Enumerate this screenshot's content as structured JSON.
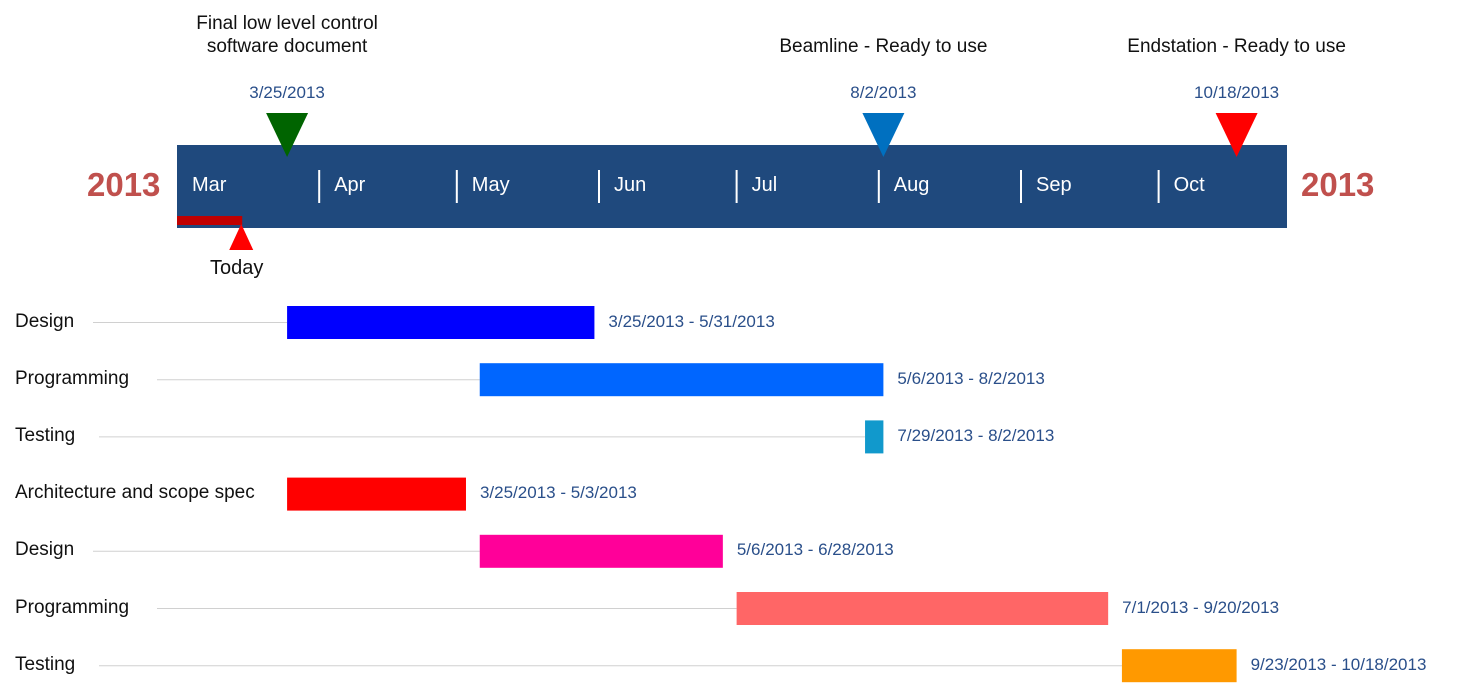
{
  "chart_data": {
    "type": "gantt",
    "year_left": "2013",
    "year_right": "2013",
    "months": [
      {
        "label": "Mar",
        "start": "2013-03-01"
      },
      {
        "label": "Apr",
        "start": "2013-04-01"
      },
      {
        "label": "May",
        "start": "2013-05-01"
      },
      {
        "label": "Jun",
        "start": "2013-06-01"
      },
      {
        "label": "Jul",
        "start": "2013-07-01"
      },
      {
        "label": "Aug",
        "start": "2013-08-01"
      },
      {
        "label": "Sep",
        "start": "2013-09-01"
      },
      {
        "label": "Oct",
        "start": "2013-10-01"
      }
    ],
    "today": {
      "label": "Today",
      "date": "2013-03-15"
    },
    "milestones": [
      {
        "title": "Final low level control software document",
        "date_label": "3/25/2013",
        "date": "2013-03-25",
        "color": "#006400"
      },
      {
        "title": "Beamline - Ready to use",
        "date_label": "8/2/2013",
        "date": "2013-08-02",
        "color": "#0070c0"
      },
      {
        "title": "Endstation - Ready to use",
        "date_label": "10/18/2013",
        "date": "2013-10-18",
        "color": "#ff0000"
      }
    ],
    "tasks": [
      {
        "label": "Design",
        "range_label": "3/25/2013 - 5/31/2013",
        "start": "2013-03-25",
        "end": "2013-05-31",
        "color": "#0000ff"
      },
      {
        "label": "Programming",
        "range_label": "5/6/2013 - 8/2/2013",
        "start": "2013-05-06",
        "end": "2013-08-02",
        "color": "#0066ff"
      },
      {
        "label": "Testing",
        "range_label": "7/29/2013 - 8/2/2013",
        "start": "2013-07-29",
        "end": "2013-08-02",
        "color": "#1199cc"
      },
      {
        "label": "Architecture and scope spec",
        "range_label": "3/25/2013 - 5/3/2013",
        "start": "2013-03-25",
        "end": "2013-05-03",
        "color": "#ff0000"
      },
      {
        "label": "Design",
        "range_label": "5/6/2013 - 6/28/2013",
        "start": "2013-05-06",
        "end": "2013-06-28",
        "color": "#ff0099"
      },
      {
        "label": "Programming",
        "range_label": "7/1/2013 - 9/20/2013",
        "start": "2013-07-01",
        "end": "2013-09-20",
        "color": "#ff6666"
      },
      {
        "label": "Testing",
        "range_label": "9/23/2013 - 10/18/2013",
        "start": "2013-09-23",
        "end": "2013-10-18",
        "color": "#ff9900"
      }
    ],
    "colors": {
      "band": "#1f497d",
      "year": "#c0504d",
      "date_text": "#2a4f8a",
      "today_marker": "#ff0000",
      "today_bar": "#c00000"
    }
  }
}
